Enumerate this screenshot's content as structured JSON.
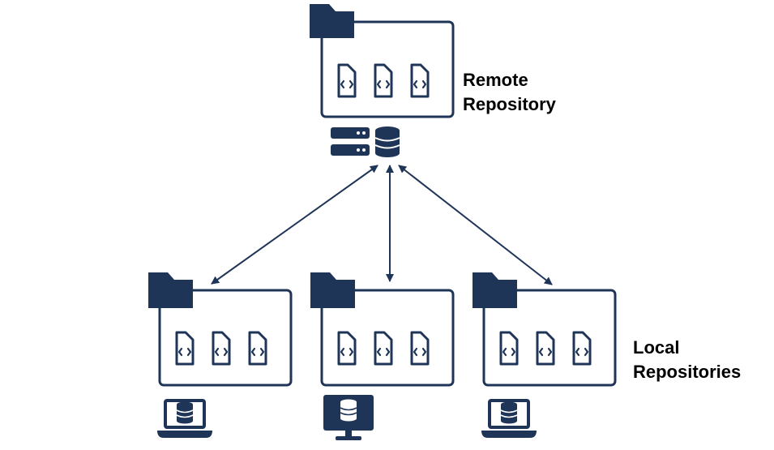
{
  "remote": {
    "label_line1": "Remote",
    "label_line2": "Repository"
  },
  "local": {
    "label_line1": "Local",
    "label_line2": "Repositories"
  },
  "colors": {
    "navy": "#1f3558",
    "background": "#ffffff",
    "label_text": "#000000"
  },
  "icons": {
    "repository": "folder-icon",
    "file": "code-file-icon",
    "remote_host": "server-rack-icon",
    "storage": "database-icon",
    "local_hosts": [
      "laptop-icon",
      "desktop-monitor-icon",
      "laptop-icon"
    ]
  }
}
